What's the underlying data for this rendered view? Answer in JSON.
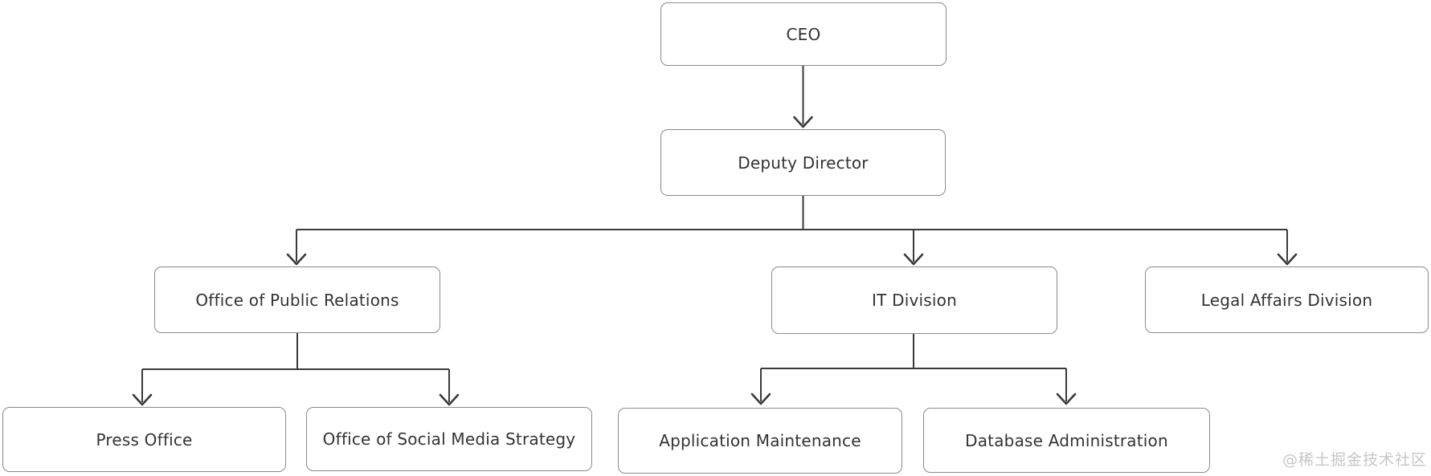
{
  "diagram": {
    "type": "org-chart",
    "direction": "top-down",
    "nodes": {
      "ceo": {
        "label": "CEO"
      },
      "deputy_director": {
        "label": "Deputy Director"
      },
      "public_relations": {
        "label": "Office of Public Relations"
      },
      "it_division": {
        "label": "IT Division"
      },
      "legal_affairs": {
        "label": "Legal Affairs Division"
      },
      "press_office": {
        "label": "Press Office"
      },
      "social_media": {
        "label": "Office of Social Media Strategy"
      },
      "app_maintenance": {
        "label": "Application Maintenance"
      },
      "db_admin": {
        "label": "Database Administration"
      }
    },
    "edges": [
      {
        "from": "CEO",
        "to": "Deputy Director"
      },
      {
        "from": "Deputy Director",
        "to": "Office of Public Relations"
      },
      {
        "from": "Deputy Director",
        "to": "IT Division"
      },
      {
        "from": "Deputy Director",
        "to": "Legal Affairs Division"
      },
      {
        "from": "Office of Public Relations",
        "to": "Press Office"
      },
      {
        "from": "Office of Public Relations",
        "to": "Office of Social Media Strategy"
      },
      {
        "from": "IT Division",
        "to": "Application Maintenance"
      },
      {
        "from": "IT Division",
        "to": "Database Administration"
      }
    ],
    "colors": {
      "line": "#3a3a3a",
      "node_border": "#8a8a8a",
      "node_fill": "#ffffff",
      "text": "#333333"
    }
  },
  "watermark": {
    "text": "@稀土掘金技术社区",
    "color": "#c6c6c6"
  }
}
